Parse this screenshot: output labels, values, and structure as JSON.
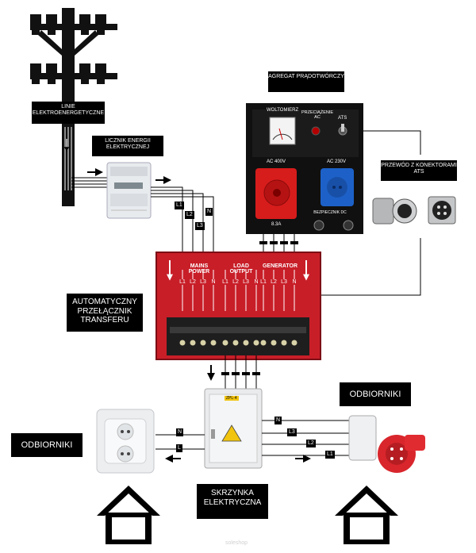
{
  "labels": {
    "power_lines": "LINIE ELEKTROENERGETYCZNE",
    "energy_meter": "LICZNIK ENERGII ELEKTRYCZNEJ",
    "generator": "AGREGAT PRĄDOTWÓRCZY",
    "ats_cable": "PRZEWÓD Z KONEKTORAMI ATS",
    "ats_switch": "AUTOMATYCZNY PRZEŁĄCZNIK TRANSFERU",
    "loads_left": "ODBIORNIKI",
    "loads_right": "ODBIORNIKI",
    "electrical_box": "SKRZYNKA ELEKTRYCZNA"
  },
  "generator_panel": {
    "voltmeter": "WOLTOMIERZ",
    "overload": "PRZECIĄŻENIE AC",
    "ats": "ATS",
    "ac400": "AC 400V",
    "ac230": "AC 230V",
    "fuse": "BEZPIECZNIK DC",
    "current": "8.3A"
  },
  "wire_tags": {
    "meter_out": [
      "L1",
      "L2",
      "L3",
      "N"
    ],
    "left_box": [
      "N",
      "L"
    ],
    "right_box": [
      "N",
      "L3",
      "L2",
      "L1"
    ]
  },
  "ats_panel": {
    "mains": "MAINS POWER",
    "load": "LOAD OUTPUT",
    "gen": "GENERATOR",
    "terminals": [
      "L1",
      "L2",
      "L3",
      "N",
      "L1",
      "L2",
      "L3",
      "N",
      "L1",
      "L2",
      "L3",
      "N"
    ]
  },
  "box_tag": "ZPL-4",
  "watermark": "soleshop"
}
